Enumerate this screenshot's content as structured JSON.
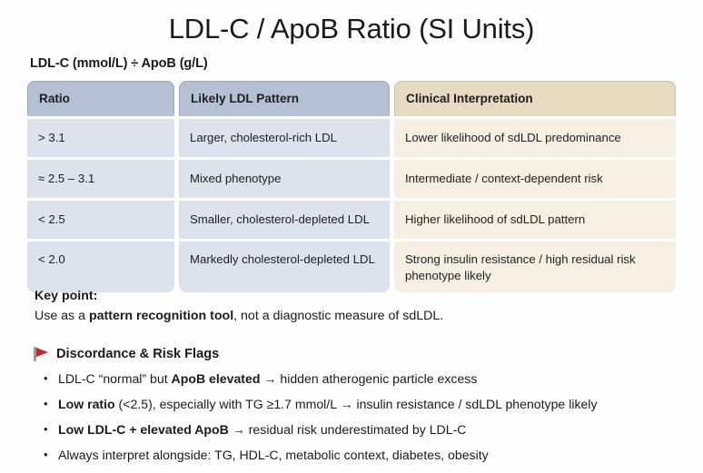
{
  "slide": {
    "title": "LDL-C / ApoB Ratio (SI Units)",
    "subtitle": "LDL-C (mmol/L) ÷ ApoB (g/L)"
  },
  "colors": {
    "header_blue": "#b4c1d4",
    "header_beige": "#e6dac1",
    "cell_blue": "#dce3ed",
    "cell_cream": "#f7efe1",
    "flag_red": "#c2272d",
    "background": "#fefefe",
    "text": "#1b1b1b"
  },
  "table": {
    "headers": [
      "Ratio",
      "Likely LDL Pattern",
      "Clinical Interpretation"
    ],
    "rows": [
      {
        "ratio": "> 3.1",
        "pattern": "Larger, cholesterol-rich LDL",
        "interpretation": "Lower likelihood of sdLDL predominance"
      },
      {
        "ratio": "≈ 2.5 – 3.1",
        "pattern": "Mixed phenotype",
        "interpretation": "Intermediate / context-dependent risk"
      },
      {
        "ratio": "< 2.5",
        "pattern": "Smaller, cholesterol-depleted LDL",
        "interpretation": "Higher likelihood of sdLDL pattern"
      },
      {
        "ratio": "< 2.0",
        "pattern": "Markedly cholesterol-depleted LDL",
        "interpretation": "Strong insulin resistance / high residual risk phenotype likely"
      }
    ]
  },
  "key_point": {
    "label": "Key point:",
    "text_before": "Use as a ",
    "text_bold": "pattern recognition tool",
    "text_after": ", not a diagnostic measure of sdLDL."
  },
  "flags_section": {
    "icon": "red-flag-icon",
    "heading": "Discordance & Risk Flags",
    "bullet_glyph": "•",
    "bullets": [
      {
        "pre": "LDL-C “normal” but ",
        "bold": "ApoB elevated",
        "post": " → hidden atherogenic particle excess"
      },
      {
        "pre": "",
        "bold": "Low ratio",
        "post": " (<2.5), especially with TG ≥1.7 mmol/L → insulin resistance / sdLDL phenotype likely"
      },
      {
        "pre": "",
        "bold": "Low LDL-C + elevated ApoB",
        "post": " → residual risk underestimated by LDL-C"
      },
      {
        "pre": "Always interpret alongside: TG, HDL-C, metabolic context, diabetes, obesity",
        "bold": "",
        "post": ""
      }
    ]
  }
}
